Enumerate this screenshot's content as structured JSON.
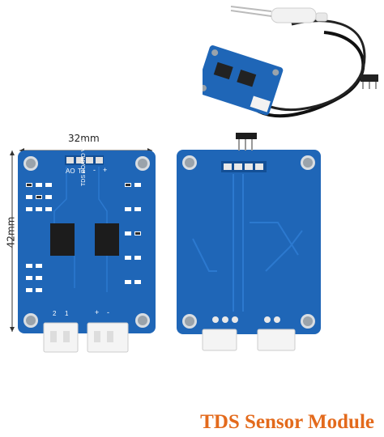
{
  "image": {
    "title": "TDS Sensor Module",
    "width_label": "32mm",
    "height_label": "42mm",
    "board_label": "TDS BOARD V1.0",
    "pin_labels": {
      "ao": "AO",
      "t1": "T1",
      "minus": "-",
      "plus": "+"
    },
    "connector_labels": [
      "2",
      "1",
      "+",
      "-"
    ],
    "colors": {
      "pcb": "#1f66b7",
      "pcb_dark": "#134f96",
      "trace": "#2c79cf",
      "title": "#e36a1c",
      "hole": "#9aa3ab"
    }
  }
}
